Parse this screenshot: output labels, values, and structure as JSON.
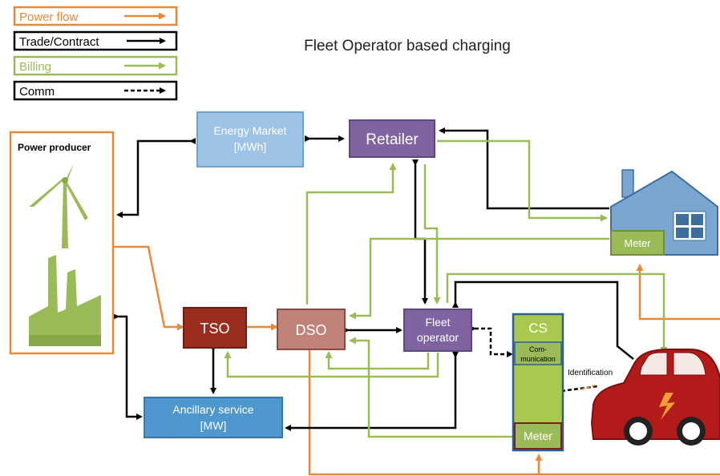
{
  "title": "Fleet Operator based charging",
  "legend": [
    {
      "label": "Power flow",
      "color": "#e8893a",
      "style": "solid"
    },
    {
      "label": "Trade/Contract",
      "color": "#000000",
      "style": "solid"
    },
    {
      "label": "Billing",
      "color": "#9bbb59",
      "style": "solid"
    },
    {
      "label": "Comm",
      "color": "#000000",
      "style": "dashed"
    }
  ],
  "nodes": {
    "power_producer": "Power producer",
    "energy_market": [
      "Energy Market",
      "[MWh]"
    ],
    "retailer": "Retailer",
    "tso": "TSO",
    "dso": "DSO",
    "fleet_operator": [
      "Fleet",
      "operator"
    ],
    "ancillary": [
      "Ancillary service",
      "[MW]"
    ],
    "cs": "CS",
    "communication": [
      "Com-",
      "munication"
    ],
    "cs_meter": "Meter",
    "house_meter": "Meter",
    "identification": "Identification"
  },
  "colors": {
    "power": "#e8893a",
    "trade": "#000000",
    "billing": "#9bbb59",
    "market_fill": "#9dc3e6",
    "retailer_fill": "#8064a2",
    "tso_fill": "#9b2d1f",
    "dso_fill": "#c0837a",
    "ancillary_fill": "#4f97cf",
    "house_fill": "#7aa6cf",
    "car_fill": "#b31a1a",
    "meter_fill": "#9bbb59",
    "cs_fill": "#a9c84f"
  }
}
